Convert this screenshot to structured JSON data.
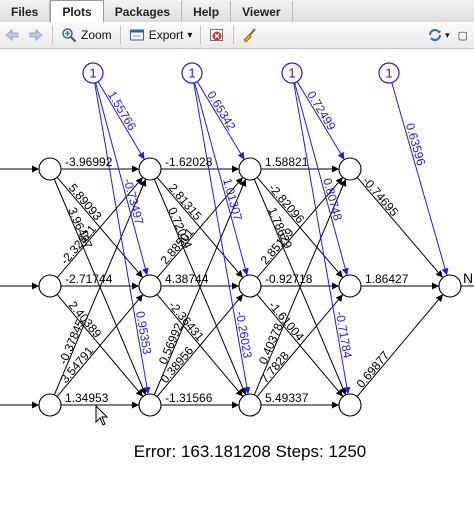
{
  "tabs": [
    {
      "label": "Files",
      "active": false
    },
    {
      "label": "Plots",
      "active": true
    },
    {
      "label": "Packages",
      "active": false
    },
    {
      "label": "Help",
      "active": false
    },
    {
      "label": "Viewer",
      "active": false
    }
  ],
  "toolbar": {
    "zoom_label": "Zoom",
    "export_label": "Export",
    "export_arrow": "▾",
    "icons": [
      "back-arrow-icon",
      "forward-arrow-icon",
      "zoom-icon",
      "export-icon",
      "clear-plot-icon",
      "broom-icon",
      "refresh-icon"
    ]
  },
  "network": {
    "bias_label": "1",
    "output_label": "N",
    "colors": {
      "weights": "#000000",
      "bias": "#1a1aff"
    },
    "input_weights": [
      {
        "label": "-3.96992",
        "from": 0,
        "to": 0
      },
      {
        "label": "-2.71744",
        "from": 1,
        "to": 1
      },
      {
        "label": "1.34953",
        "from": 2,
        "to": 2
      },
      {
        "label": "5.89093",
        "from": 0,
        "to": 1
      },
      {
        "label": "3.96497",
        "from": 0,
        "to": 2
      },
      {
        "label": "-2.32321",
        "from": 1,
        "to": 0
      },
      {
        "label": "2.40389",
        "from": 1,
        "to": 2
      },
      {
        "label": "-0.37845",
        "from": 2,
        "to": 0
      },
      {
        "label": "3.54791",
        "from": 2,
        "to": 1
      }
    ],
    "hidden1_weights": [
      {
        "label": "-1.62028",
        "from": 0,
        "to": 0
      },
      {
        "label": "4.38744",
        "from": 1,
        "to": 1
      },
      {
        "label": "-1.31566",
        "from": 2,
        "to": 2
      },
      {
        "label": "2.81315",
        "from": 0,
        "to": 1
      },
      {
        "label": "0.72024",
        "from": 0,
        "to": 2
      },
      {
        "label": "2.88501",
        "from": 1,
        "to": 0
      },
      {
        "label": "-2.36431",
        "from": 1,
        "to": 2
      },
      {
        "label": "0.56992",
        "from": 2,
        "to": 0
      },
      {
        "label": "0.38956",
        "from": 2,
        "to": 1
      }
    ],
    "hidden2_weights": [
      {
        "label": "1.58821",
        "from": 0,
        "to": 0
      },
      {
        "label": "-0.92718",
        "from": 1,
        "to": 1
      },
      {
        "label": "5.49337",
        "from": 2,
        "to": 2
      },
      {
        "label": "-2.82096",
        "from": 0,
        "to": 1
      },
      {
        "label": "1.78629",
        "from": 0,
        "to": 2
      },
      {
        "label": "2.85179",
        "from": 1,
        "to": 0
      },
      {
        "label": "-1.61004",
        "from": 1,
        "to": 2
      },
      {
        "label": "0.40378",
        "from": 2,
        "to": 0
      },
      {
        "label": "7.7828",
        "from": 2,
        "to": 1
      }
    ],
    "output_weights": [
      {
        "label": "-0.74695",
        "from": 0
      },
      {
        "label": "1.86427",
        "from": 1
      },
      {
        "label": "0.69877",
        "from": 2
      }
    ],
    "bias_weights": [
      {
        "bias": 0,
        "to": 0,
        "label": "1.55766"
      },
      {
        "bias": 0,
        "to": 1,
        "label": "-0.73497"
      },
      {
        "bias": 0,
        "to": 2,
        "label": "0.95353"
      },
      {
        "bias": 1,
        "to": 0,
        "label": "0.65342"
      },
      {
        "bias": 1,
        "to": 1,
        "label": "1.01307"
      },
      {
        "bias": 1,
        "to": 2,
        "label": "-0.26023"
      },
      {
        "bias": 2,
        "to": 0,
        "label": "0.72499"
      },
      {
        "bias": 2,
        "to": 1,
        "label": "0.80748"
      },
      {
        "bias": 2,
        "to": 2,
        "label": "-0.71784"
      },
      {
        "bias": 3,
        "to": 0,
        "label": "0.63596"
      }
    ],
    "error_text": "Error: 163.181208   Steps: 1250"
  }
}
